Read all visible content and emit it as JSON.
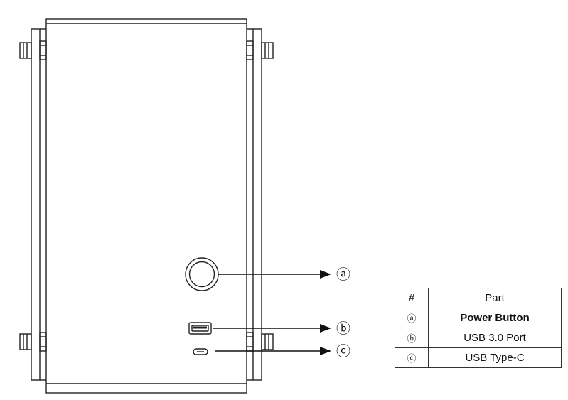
{
  "callouts": {
    "a": "ⓐ",
    "b": "ⓑ",
    "c": "ⓒ"
  },
  "table": {
    "headers": [
      "#",
      "Part"
    ],
    "rows": [
      {
        "symbol": "ⓐ",
        "part": "Power Button"
      },
      {
        "symbol": "ⓑ",
        "part": "USB 3.0 Port"
      },
      {
        "symbol": "ⓒ",
        "part": "USB Type-C"
      }
    ]
  }
}
